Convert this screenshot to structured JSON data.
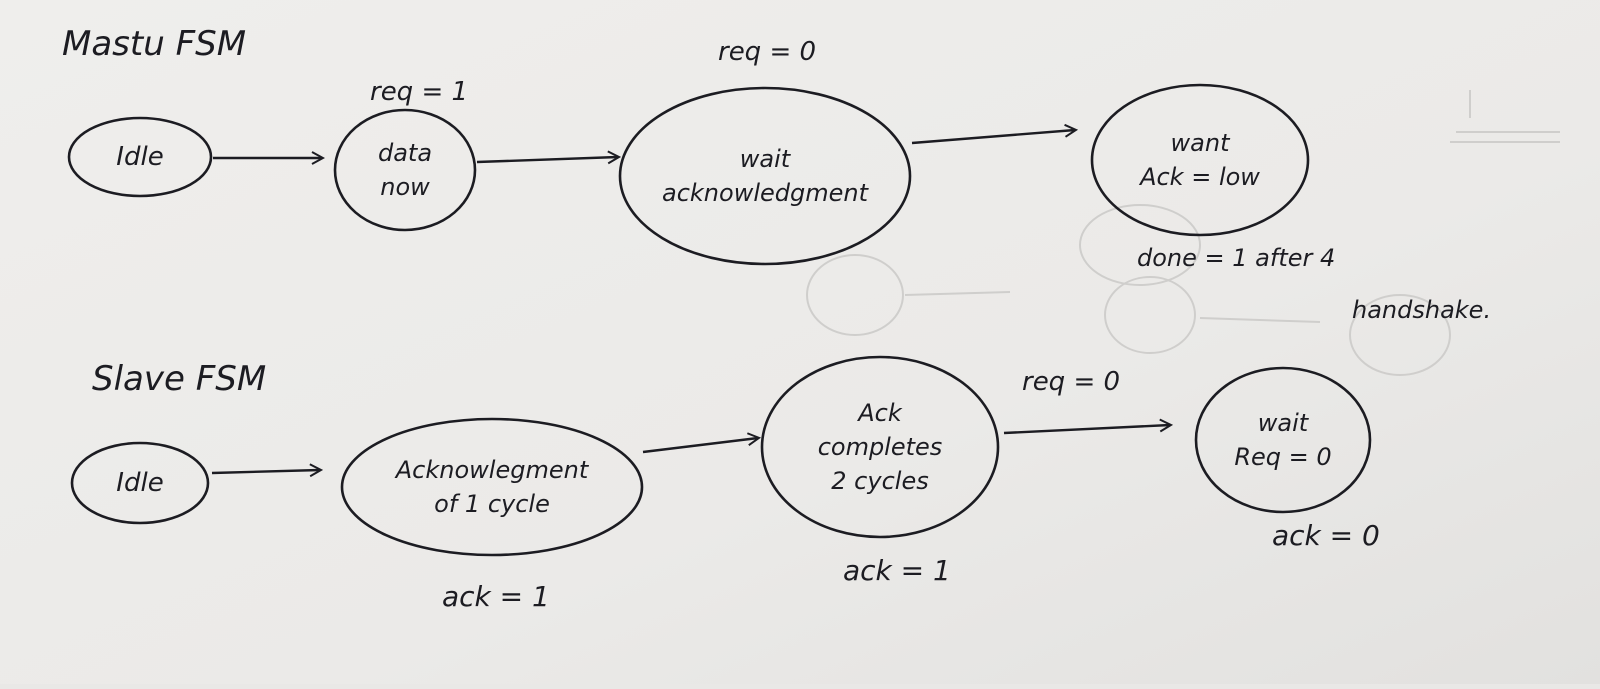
{
  "master": {
    "title": "Mastu FSM",
    "states": [
      {
        "label_lines": [
          "Idle"
        ]
      },
      {
        "label_lines": [
          "data",
          "now"
        ]
      },
      {
        "label_lines": [
          "wait",
          "acknowledgment"
        ]
      },
      {
        "label_lines": [
          "want",
          "Ack = low"
        ]
      }
    ],
    "labels": {
      "req1": "req = 1",
      "req0": "req = 0",
      "done_line1": "done = 1  after 4",
      "done_line2": "handshake."
    }
  },
  "slave": {
    "title": "Slave FSM",
    "states": [
      {
        "label_lines": [
          "Idle"
        ]
      },
      {
        "label_lines": [
          "Acknowlegment",
          "of 1 cycle"
        ]
      },
      {
        "label_lines": [
          "Ack",
          "completes",
          "2 cycles"
        ]
      },
      {
        "label_lines": [
          "wait",
          "Req = 0"
        ]
      }
    ],
    "labels": {
      "ack1_a": "ack = 1",
      "ack1_b": "ack = 1",
      "req0": "req = 0",
      "ack0": "ack = 0"
    }
  },
  "colors": {
    "paper": "#eceae8",
    "ink": "#1c1c22",
    "ghost": "#c9c8c6"
  }
}
